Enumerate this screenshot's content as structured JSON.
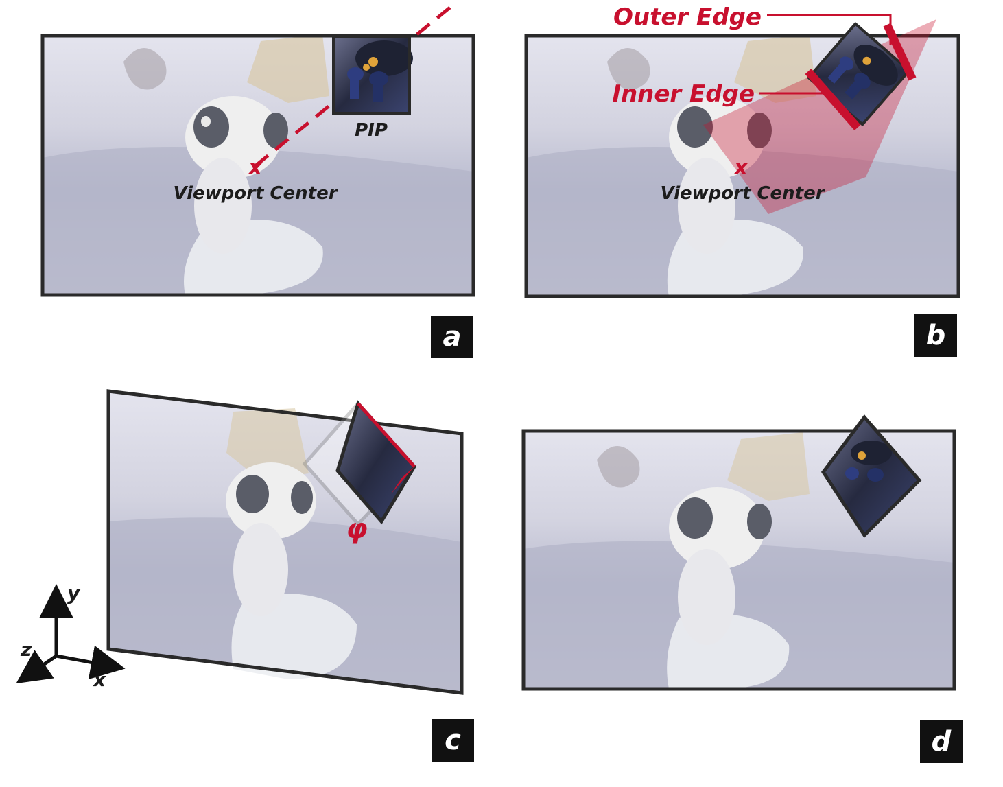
{
  "colors": {
    "accent_red": "#c8102e",
    "frame": "#2a2a2a",
    "scene_sky": "#d9d9e6",
    "scene_ground": "#b7b8cc",
    "pip_dark": "#1e2233",
    "badge": "#111111"
  },
  "panels": [
    {
      "id": "a",
      "badge": "a",
      "labels": {
        "marker": "x",
        "center": "Viewport Center",
        "pip": "PIP"
      }
    },
    {
      "id": "b",
      "badge": "b",
      "labels": {
        "marker": "x",
        "center": "Viewport Center",
        "outer_edge": "Outer Edge",
        "inner_edge": "Inner Edge"
      }
    },
    {
      "id": "c",
      "badge": "c",
      "labels": {
        "angle": "φ"
      },
      "axes": {
        "x": "x",
        "y": "y",
        "z": "z"
      }
    },
    {
      "id": "d",
      "badge": "d"
    }
  ]
}
